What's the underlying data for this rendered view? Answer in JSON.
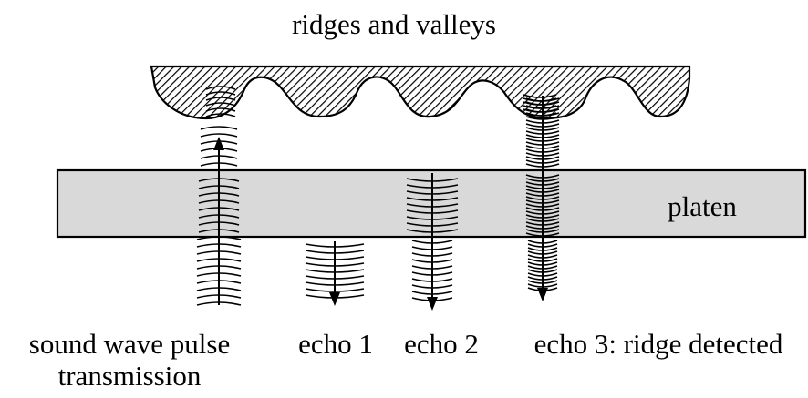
{
  "title": "ridges and valleys",
  "platen_label": "platen",
  "labels": {
    "pulse_line1": "sound wave pulse",
    "pulse_line2": "transmission",
    "echo1": "echo 1",
    "echo2": "echo 2",
    "echo3": "echo 3: ridge detected"
  },
  "colors": {
    "platen_fill": "#d9d9d9",
    "ink": "#000000",
    "background": "#ffffff"
  }
}
